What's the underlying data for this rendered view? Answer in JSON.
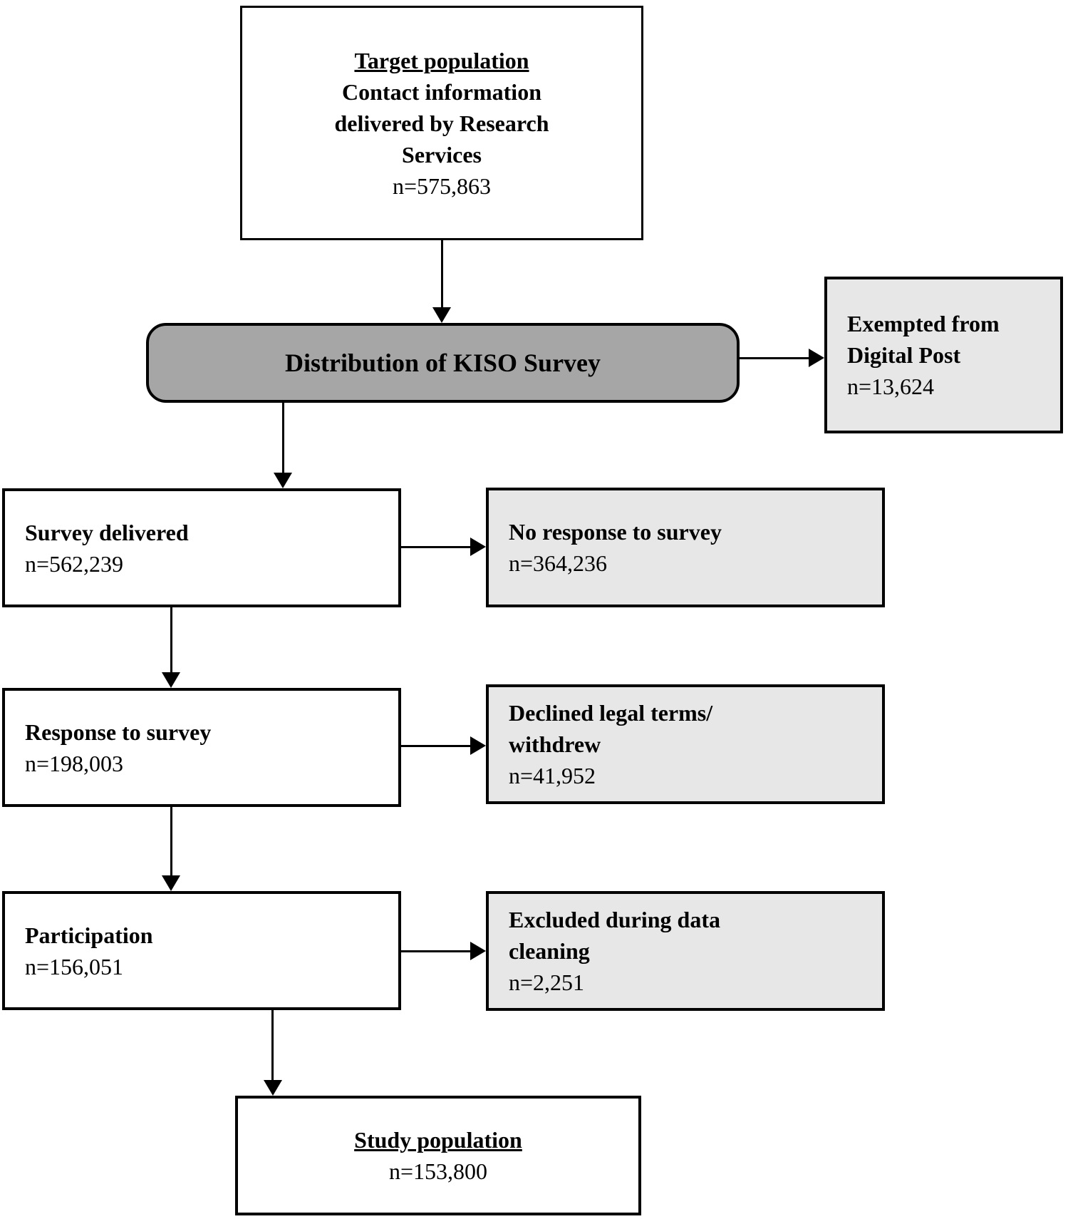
{
  "diagram": {
    "title": "KISO Survey study population flowchart",
    "nodes": {
      "target_population": {
        "title": "Target population",
        "body": "Contact information\ndelivered by Research\nServices",
        "n": "n=575,863"
      },
      "distribution": {
        "label": "Distribution of KISO Survey"
      },
      "exempted": {
        "label": "Exempted from\nDigital Post",
        "n": "n=13,624"
      },
      "survey_delivered": {
        "label": "Survey delivered",
        "n": "n=562,239"
      },
      "no_response": {
        "label": "No response to survey",
        "n": "n=364,236"
      },
      "response": {
        "label": "Response to survey",
        "n": "n=198,003"
      },
      "declined": {
        "label": "Declined legal terms/\nwithdrew",
        "n": "n=41,952"
      },
      "participation": {
        "label": "Participation",
        "n": "n=156,051"
      },
      "excluded": {
        "label": "Excluded during data\ncleaning",
        "n": "n=2,251"
      },
      "study_population": {
        "title": "Study population",
        "n": "n=153,800"
      }
    },
    "colors": {
      "distribution_fill": "#a6a6a6",
      "side_box_fill": "#e7e7e7",
      "main_box_fill": "#ffffff",
      "border": "#000000",
      "text": "#000000"
    }
  }
}
